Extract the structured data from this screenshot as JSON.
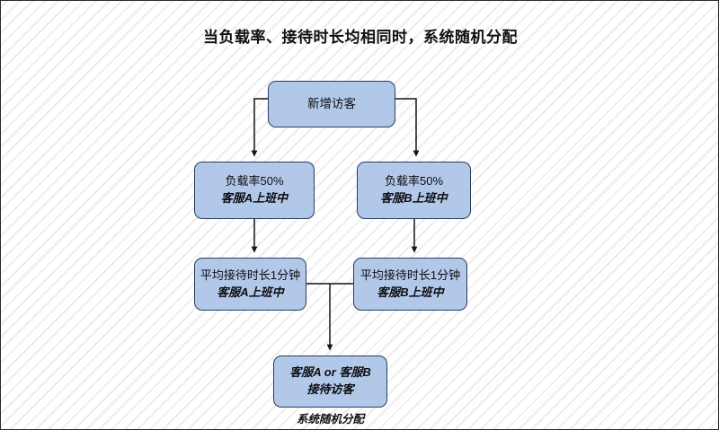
{
  "diagram": {
    "title": "当负载率、接待时长均相同时，系统随机分配",
    "caption": "系统随机分配",
    "colors": {
      "node_fill": "#b2c8e8",
      "node_border": "#2c3d5e",
      "connector": "#141414",
      "title_text": "#101010",
      "background": "#ffffff",
      "hatch": "#ededed"
    },
    "nodes": [
      {
        "id": "new-visitor",
        "line1": "新增访客",
        "line2": ""
      },
      {
        "id": "load-a",
        "line1": "负载率50%",
        "line2": "客服A上班中"
      },
      {
        "id": "load-b",
        "line1": "负载率50%",
        "line2": "客服B上班中"
      },
      {
        "id": "avg-a",
        "line1": "平均接待时长1分钟",
        "line2": "客服A上班中"
      },
      {
        "id": "avg-b",
        "line1": "平均接待时长1分钟",
        "line2": "客服B上班中"
      },
      {
        "id": "result",
        "line1": "客服A or 客服B",
        "line2": "接待访客"
      }
    ],
    "edges": [
      {
        "from": "new-visitor",
        "to": "load-a",
        "style": "elbow-left-down",
        "arrow": true
      },
      {
        "from": "new-visitor",
        "to": "load-b",
        "style": "elbow-right-down",
        "arrow": true
      },
      {
        "from": "load-a",
        "to": "avg-a",
        "style": "straight-down",
        "arrow": true
      },
      {
        "from": "load-b",
        "to": "avg-b",
        "style": "straight-down",
        "arrow": true
      },
      {
        "from": "avg-a",
        "to": "avg-b",
        "style": "horizontal-join",
        "arrow": false
      },
      {
        "from": "avg-join",
        "to": "result",
        "style": "straight-down",
        "arrow": true
      }
    ]
  }
}
